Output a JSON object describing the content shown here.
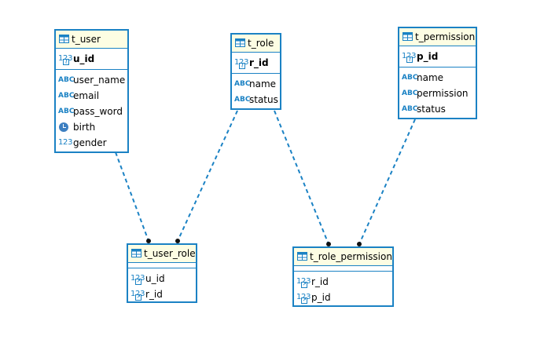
{
  "entities": {
    "t_user": {
      "name": "t_user",
      "pk": [
        {
          "label": "u_id",
          "type": "123"
        }
      ],
      "fields": [
        {
          "label": "user_name",
          "type": "ABC"
        },
        {
          "label": "email",
          "type": "ABC"
        },
        {
          "label": "pass_word",
          "type": "ABC"
        },
        {
          "label": "birth",
          "type": "clock"
        },
        {
          "label": "gender",
          "type": "123"
        }
      ]
    },
    "t_role": {
      "name": "t_role",
      "pk": [
        {
          "label": "r_id",
          "type": "123"
        }
      ],
      "fields": [
        {
          "label": "name",
          "type": "ABC"
        },
        {
          "label": "status",
          "type": "ABC"
        }
      ]
    },
    "t_permission": {
      "name": "t_permission",
      "pk": [
        {
          "label": "p_id",
          "type": "123"
        }
      ],
      "fields": [
        {
          "label": "name",
          "type": "ABC"
        },
        {
          "label": "permission",
          "type": "ABC"
        },
        {
          "label": "status",
          "type": "ABC"
        }
      ]
    },
    "t_user_role": {
      "name": "t_user_role",
      "fields": [
        {
          "label": "u_id",
          "type": "123"
        },
        {
          "label": "r_id",
          "type": "123"
        }
      ]
    },
    "t_role_permission": {
      "name": "t_role_permission",
      "fields": [
        {
          "label": "r_id",
          "type": "123"
        },
        {
          "label": "p_id",
          "type": "123"
        }
      ]
    }
  },
  "relations": [
    {
      "from": "t_user_role",
      "to": "t_user"
    },
    {
      "from": "t_user_role",
      "to": "t_role"
    },
    {
      "from": "t_role_permission",
      "to": "t_role"
    },
    {
      "from": "t_role_permission",
      "to": "t_permission"
    }
  ],
  "colors": {
    "border": "#1b82c4",
    "header_bg": "#fdfde3",
    "connector": "#1b82c4"
  }
}
